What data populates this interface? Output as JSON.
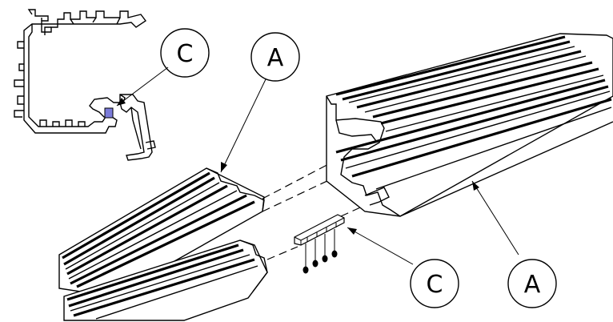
{
  "callouts": {
    "top_left_c": "C",
    "top_a": "A",
    "bottom_c": "C",
    "bottom_a": "A"
  },
  "colors": {
    "highlight": "#7b7bd9",
    "line": "#000000",
    "background": "#ffffff"
  }
}
